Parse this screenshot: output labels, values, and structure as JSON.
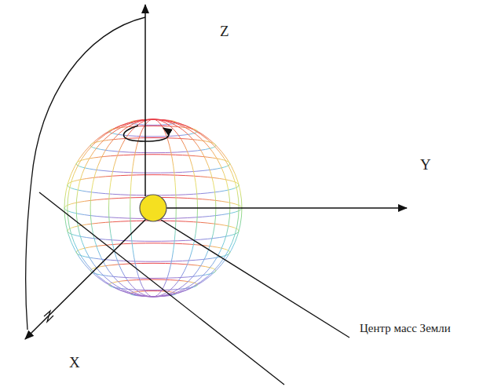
{
  "diagram": {
    "labels": [
      "Z",
      "Y",
      "X",
      "Центр масс Земли"
    ]
  }
}
